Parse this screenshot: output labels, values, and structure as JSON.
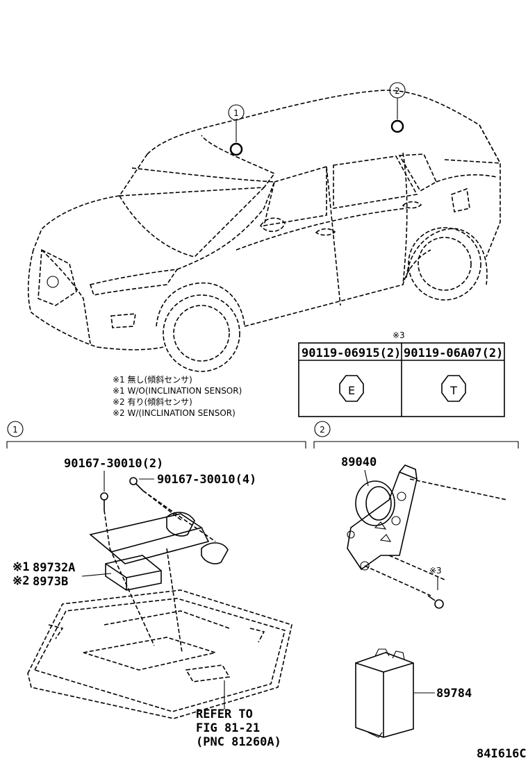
{
  "callouts": {
    "c1": "1",
    "c2": "2",
    "sec1": "1",
    "sec2": "2"
  },
  "notes": {
    "ref_mark": "※3",
    "n1_ja": "※1 無し(傾斜センサ)",
    "n1_en": "※1 W/O(INCLINATION SENSOR)",
    "n2_ja": "※2 有り(傾斜センサ)",
    "n2_en": "※2 W/(INCLINATION SENSOR)"
  },
  "nut_table": {
    "col1_pn": "90119-06915(2)",
    "col2_pn": "90119-06A07(2)",
    "col1_mark": "E",
    "col2_mark": "T"
  },
  "parts": {
    "bolt_a": "90167-30010(2)",
    "bolt_b": "90167-30010(4)",
    "sensor_1_prefix": "※1",
    "sensor_1": "89732A",
    "sensor_2_prefix": "※2",
    "sensor_2": "8973B",
    "siren": "89040",
    "siren_ref": "※3",
    "ecu": "89784",
    "refer_1": "REFER TO",
    "refer_2": "FIG 81-21",
    "refer_3": "(PNC 81260A)"
  },
  "figure_code": "84I616C"
}
